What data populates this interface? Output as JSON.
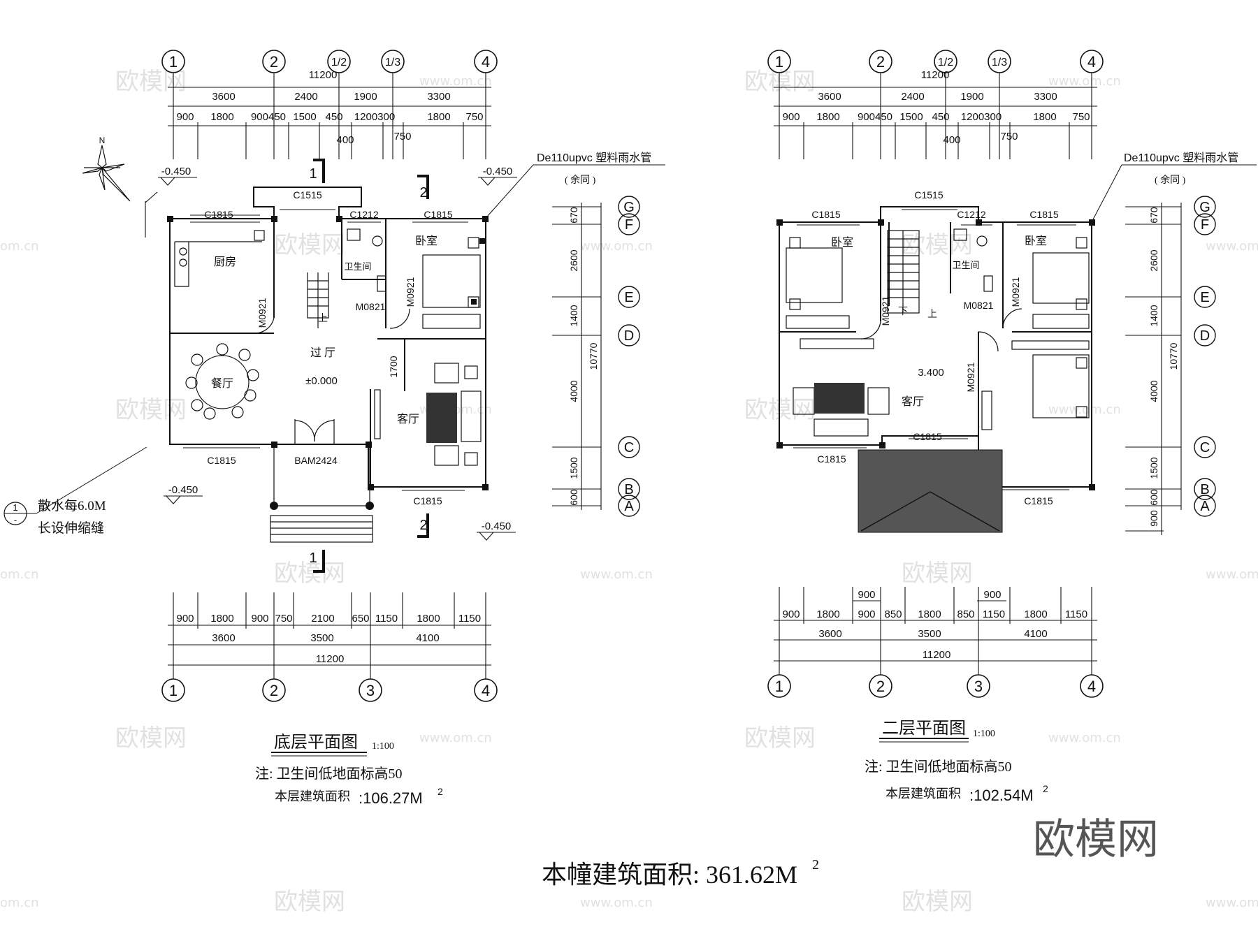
{
  "grid_labels": {
    "a1": "1",
    "a2": "2",
    "a12": "1/2",
    "a13": "1/3",
    "a3": "3",
    "a4": "4",
    "rG": "G",
    "rF": "F",
    "rE": "E",
    "rD": "D",
    "rC": "C",
    "rB": "B",
    "rA": "A"
  },
  "top_dims": {
    "total": "11200",
    "row1": [
      "3600",
      "2400",
      "1900",
      "3300"
    ],
    "row2": [
      "900",
      "1800",
      "900450",
      "1500",
      "450",
      "1200300",
      "1800",
      "750"
    ],
    "row3": [
      "400",
      "750"
    ]
  },
  "bottom_dims_l": {
    "row1": [
      "900",
      "1800",
      "900",
      "750",
      "2100",
      "650",
      "1150",
      "1800",
      "1150"
    ],
    "row2": [
      "3600",
      "3500",
      "4100"
    ],
    "total": "11200"
  },
  "bottom_dims_r": {
    "row0": [
      "900",
      "900"
    ],
    "row1": [
      "900",
      "1800",
      "900",
      "850",
      "1800",
      "850",
      "1150",
      "1800",
      "1150"
    ],
    "row2": [
      "3600",
      "3500",
      "4100"
    ],
    "total": "11200"
  },
  "side_dims": {
    "segs": [
      "670",
      "2600",
      "1400",
      "4000",
      "1500",
      "600"
    ],
    "total": "10770",
    "last": "900"
  },
  "left_plan": {
    "windows": {
      "w1": "C1515",
      "w2": "C1815",
      "w3": "C1212",
      "w4": "C1815",
      "w5": "C1815",
      "w6": "C1815"
    },
    "doors": {
      "d1": "M0921",
      "d2": "M0821",
      "d3": "M0921",
      "d4": "BAM2424"
    },
    "rooms": {
      "kitchen": "厨房",
      "bath": "卫生间",
      "bed": "卧室",
      "hall": "过 厅",
      "dining": "餐厅",
      "living": "客厅"
    },
    "dims": {
      "d1700": "1700"
    },
    "levels": {
      "hall": "±0.000",
      "e1": "-0.450",
      "e2": "-0.450",
      "e3": "-0.450",
      "e4": "-0.450"
    },
    "up": "上",
    "section": {
      "s1": "1",
      "s2": "2"
    },
    "pipe": "De110upvc 塑料雨水管",
    "pipe_note": "( 余同 )",
    "callout_num": "1",
    "callout_sub": "-",
    "note_l1": "散水每6.0M",
    "note_l2": "长设伸缩缝",
    "compass": "N"
  },
  "right_plan": {
    "windows": {
      "w1": "C1515",
      "w2": "C1815",
      "w3": "C1212",
      "w4": "C1815",
      "w5": "C1815",
      "w6": "C1815",
      "w7": "C1815"
    },
    "doors": {
      "d1": "M0921",
      "d2": "M0821",
      "d3": "M0921",
      "d4": "M0921"
    },
    "rooms": {
      "bed1": "卧室",
      "bath": "卫生间",
      "bed2": "卧室",
      "living": "客厅"
    },
    "level": "3.400",
    "down": "下",
    "up": "上",
    "pipe": "De110upvc 塑料雨水管",
    "pipe_note": "( 余同 )"
  },
  "titles": {
    "left": "底层平面图",
    "left_scale": "1:100",
    "left_note": "注: 卫生间低地面标高50",
    "left_area_label": "本层建筑面积",
    "left_area": ":106.27M",
    "sup2": "2",
    "right": "二层平面图",
    "right_scale": "1:100",
    "right_note": "注: 卫生间低地面标高50",
    "right_area_label": "本层建筑面积",
    "right_area": ":102.54M",
    "total": "本幢建筑面积: 361.62M",
    "total_sup": "2"
  },
  "watermark": {
    "brand": "欧模网",
    "site": "www.om.cn",
    "site_edge": "om.cn"
  }
}
